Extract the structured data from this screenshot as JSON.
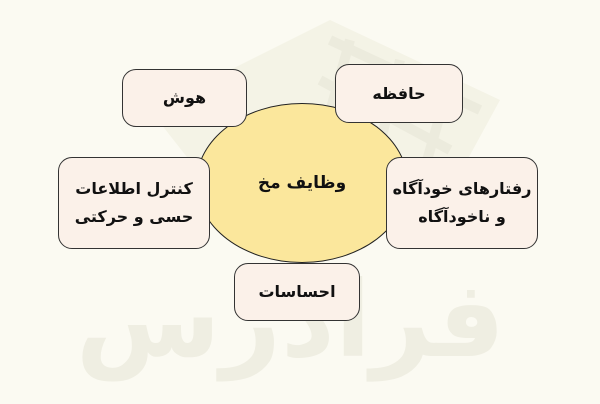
{
  "diagram": {
    "center": {
      "label": "وظایف مخ"
    },
    "nodes": [
      {
        "id": "hush",
        "label": "هوش"
      },
      {
        "id": "hafeze",
        "label": "حافظه"
      },
      {
        "id": "raftar",
        "lines": [
          "رفتارهای خودآگاه",
          "و ناخودآگاه"
        ]
      },
      {
        "id": "kontrol",
        "lines": [
          "کنترل اطلاعات",
          "حسی و حرکتی"
        ]
      },
      {
        "id": "ehsasat",
        "label": "احساسات"
      }
    ]
  },
  "watermark": {
    "text": "فرادرس"
  },
  "colors": {
    "background": "#fbfaf2",
    "center_fill": "#fbe79c",
    "node_fill": "#fbf1e9",
    "watermark": "#efeee2"
  }
}
